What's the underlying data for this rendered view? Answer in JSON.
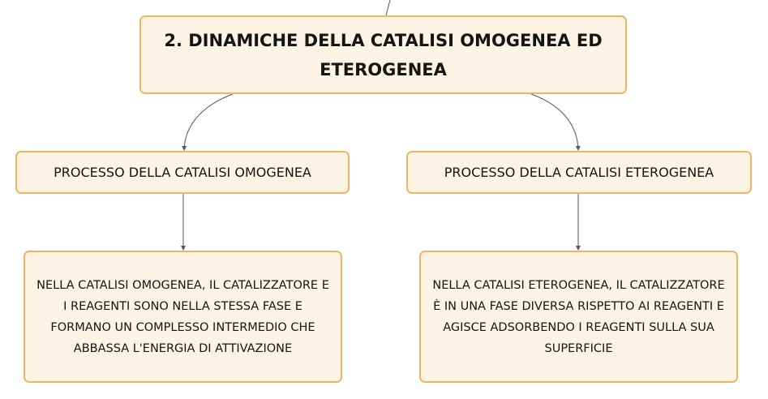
{
  "colors": {
    "node_fill": "#fdf3e4",
    "node_border": "#f0b562",
    "connector": "#555555",
    "text": "#141414"
  },
  "main": {
    "title": "2. DINAMICHE DELLA CATALISI OMOGENEA ED ETEROGENEA"
  },
  "branches": [
    {
      "label": "PROCESSO DELLA CATALISI OMOGENEA",
      "detail": "NELLA CATALISI OMOGENEA, IL CATALIZZATORE E I REAGENTI SONO NELLA STESSA FASE E FORMANO UN COMPLESSO INTERMEDIO CHE ABBASSA L'ENERGIA DI ATTIVAZIONE"
    },
    {
      "label": "PROCESSO DELLA CATALISI ETEROGENEA",
      "detail": "NELLA CATALISI ETEROGENEA, IL CATALIZZATORE È IN UNA FASE DIVERSA RISPETTO AI REAGENTI E AGISCE ADSORBENDO I REAGENTI SULLA SUA SUPERFICIE"
    }
  ]
}
